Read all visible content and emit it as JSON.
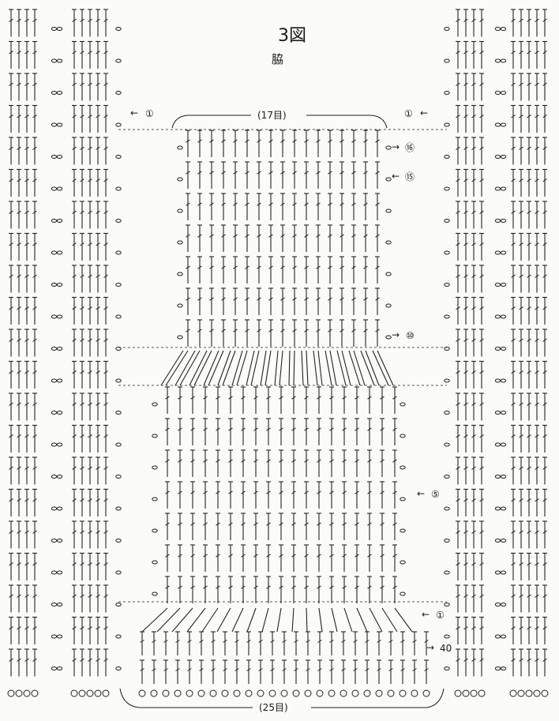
{
  "figure": {
    "title": "3図",
    "subtitle": "脇",
    "top_count_label": "(17目)",
    "bottom_count_label": "(25目)"
  },
  "row_markers": [
    {
      "text": "①",
      "arrow": "left",
      "row": 1,
      "side": "left-panel"
    },
    {
      "text": "①",
      "arrow": "left",
      "row": 1,
      "side": "right-panel"
    },
    {
      "text": "⑯",
      "arrow": "right",
      "row": 16,
      "side": "center"
    },
    {
      "text": "⑮",
      "arrow": "left",
      "row": 15,
      "side": "center"
    },
    {
      "text": "⑩",
      "arrow": "right",
      "row": 10,
      "side": "center"
    },
    {
      "text": "⑤",
      "arrow": "left",
      "row": 5,
      "side": "center"
    },
    {
      "text": "①",
      "arrow": "left",
      "row": 1,
      "side": "center"
    },
    {
      "text": "40",
      "arrow": "right",
      "row": 40,
      "side": "center"
    }
  ],
  "colors": {
    "ink": "#222222",
    "paper": "#fbfbf9"
  }
}
